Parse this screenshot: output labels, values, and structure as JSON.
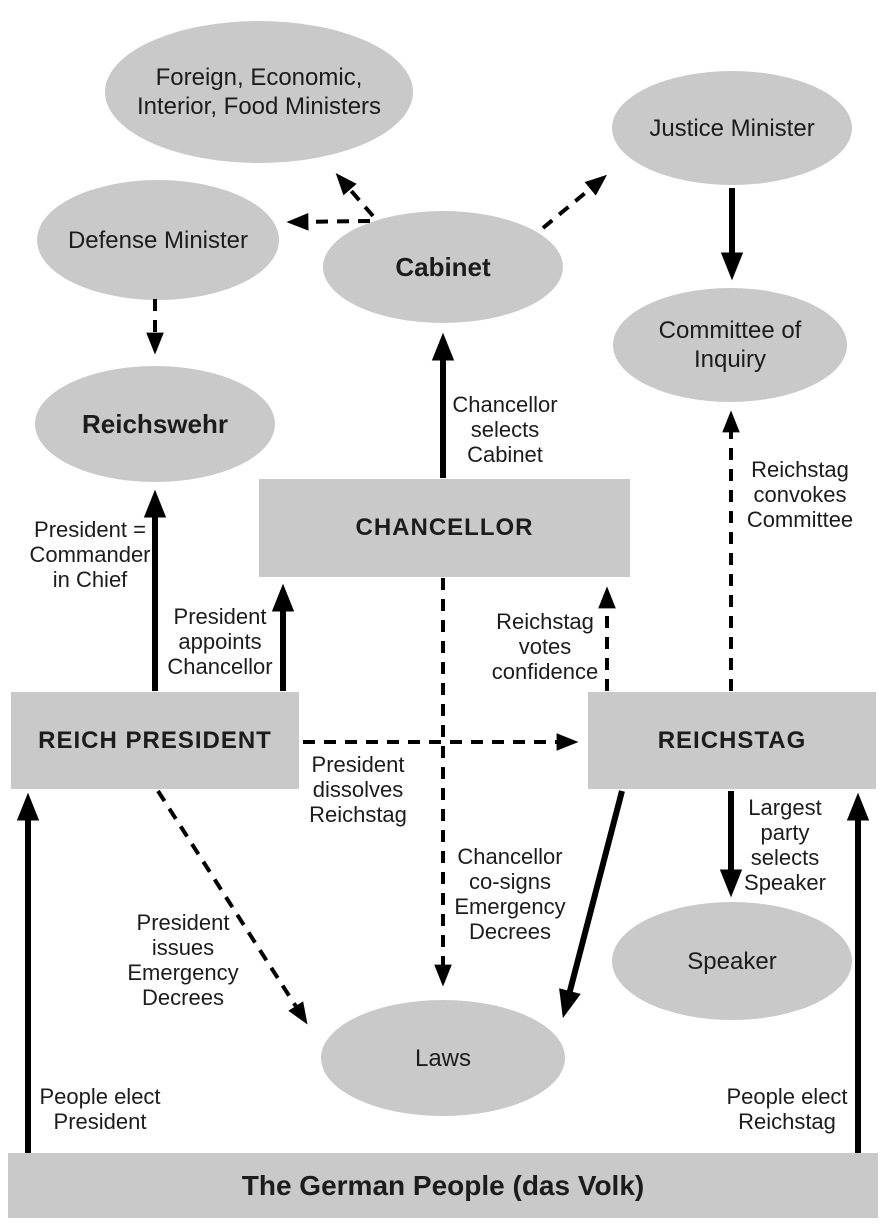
{
  "nodes": {
    "ministers": {
      "label": "Foreign, Economic,\nInterior, Food Ministers"
    },
    "justice": {
      "label": "Justice Minister"
    },
    "defense": {
      "label": "Defense Minister"
    },
    "cabinet": {
      "label": "Cabinet"
    },
    "committee": {
      "label": "Committee of\nInquiry"
    },
    "reichswehr": {
      "label": "Reichswehr"
    },
    "chancellor": {
      "label": "CHANCELLOR"
    },
    "reich_president": {
      "label": "REICH PRESIDENT"
    },
    "reichstag": {
      "label": "REICHSTAG"
    },
    "speaker": {
      "label": "Speaker"
    },
    "laws": {
      "label": "Laws"
    },
    "people": {
      "label": "The German People (das Volk)"
    }
  },
  "edge_labels": {
    "commander": "President =\nCommander\nin Chief",
    "appoints": "President\nappoints\nChancellor",
    "selects_cabinet": "Chancellor\nselects\nCabinet",
    "votes": "Reichstag\nvotes\nconfidence",
    "convokes": "Reichstag\nconvokes\nCommittee",
    "dissolves": "President\ndissolves\nReichstag",
    "cosigns": "Chancellor\nco-signs\nEmergency\nDecrees",
    "issues": "President\nissues\nEmergency\nDecrees",
    "largest_party": "Largest\nparty\nselects\nSpeaker",
    "elect_president": "People elect\nPresident",
    "elect_reichstag": "People elect\nReichstag"
  },
  "colors": {
    "node_fill": "#c9c9c9",
    "arrow": "#000000",
    "text": "#1c1c1c",
    "background": "#ffffff"
  }
}
